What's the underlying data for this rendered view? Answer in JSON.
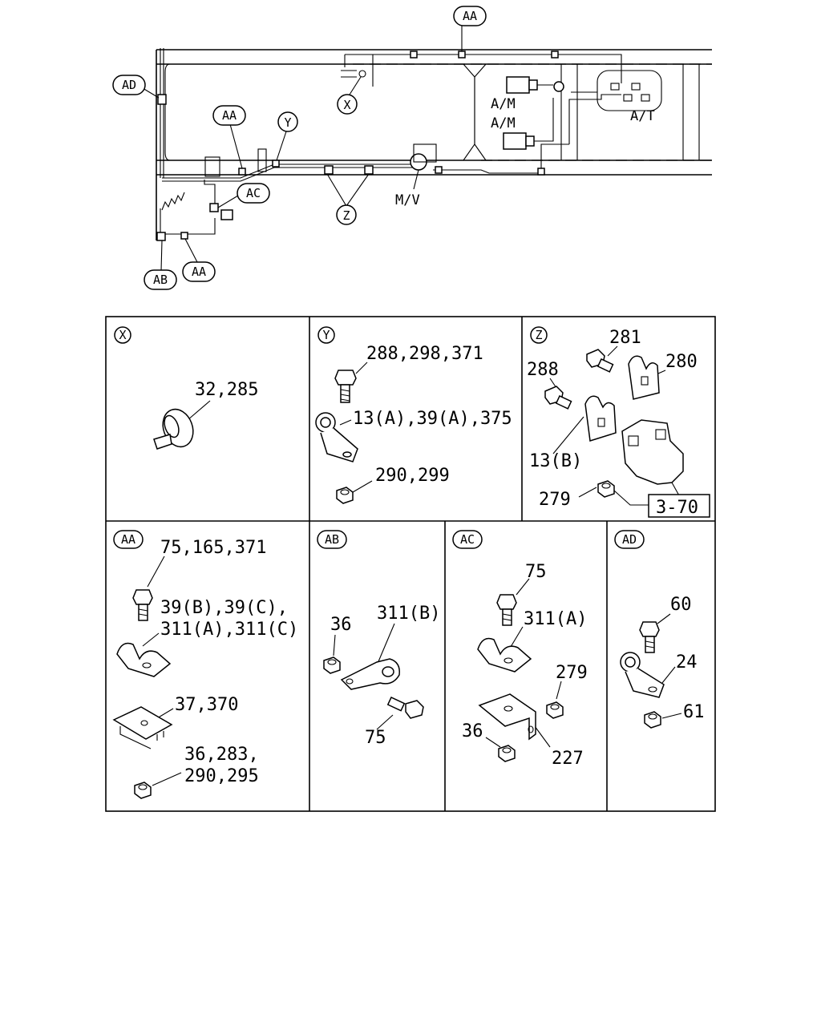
{
  "overview": {
    "callouts": {
      "aa_top": "AA",
      "ad": "AD",
      "aa_mid": "AA",
      "y": "Y",
      "x": "X",
      "ac": "AC",
      "z": "Z",
      "ab": "AB",
      "aa_bottom": "AA"
    },
    "labels": {
      "am_upper": "A/M",
      "am_lower": "A/M",
      "at": "A/T",
      "mv": "M/V"
    }
  },
  "panels": {
    "x": {
      "tag": "X",
      "parts": [
        "32,285"
      ]
    },
    "y": {
      "tag": "Y",
      "parts": [
        "288,298,371",
        "13(A),39(A),375",
        "290,299"
      ]
    },
    "z": {
      "tag": "Z",
      "parts": [
        "281",
        "288",
        "280",
        "13(B)",
        "279"
      ],
      "ref": "3-70"
    },
    "aa": {
      "tag": "AA",
      "parts": [
        "75,165,371",
        "39(B),39(C),",
        "311(A),311(C)",
        "37,370",
        "36,283,",
        "290,295"
      ]
    },
    "ab": {
      "tag": "AB",
      "parts": [
        "36",
        "311(B)",
        "75"
      ]
    },
    "ac": {
      "tag": "AC",
      "parts": [
        "75",
        "311(A)",
        "279",
        "36",
        "227"
      ]
    },
    "ad": {
      "tag": "AD",
      "parts": [
        "60",
        "24",
        "61"
      ]
    }
  }
}
